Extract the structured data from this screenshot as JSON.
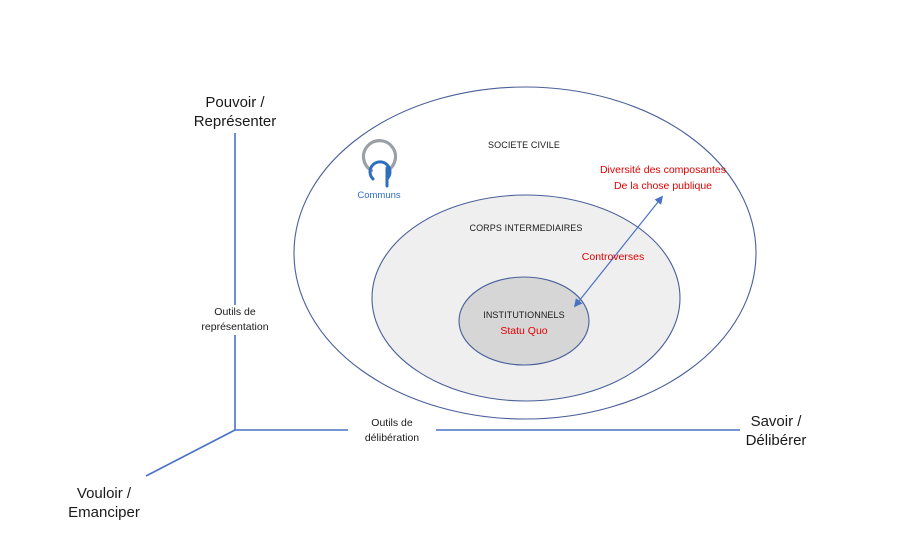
{
  "axes": {
    "vertical_title_line1": "Pouvoir /",
    "vertical_title_line2": "Représenter",
    "vertical_tool_line1": "Outils de",
    "vertical_tool_line2": "représentation",
    "horizontal_title_line1": "Savoir /",
    "horizontal_title_line2": "Délibérer",
    "horizontal_tool_line1": "Outils de",
    "horizontal_tool_line2": "délibération",
    "diagonal_title_line1": "Vouloir /",
    "diagonal_title_line2": "Emanciper"
  },
  "zones": {
    "outer": "SOCIETE CIVILE",
    "middle": "CORPS INTERMEDIAIRES",
    "inner": "INSTITUTIONNELS"
  },
  "annotations": {
    "inner_status": "Statu Quo",
    "controversy": "Controverses",
    "diversity_line1": "Diversité des composantes",
    "diversity_line2": "De la chose publique"
  },
  "logo": {
    "text": "Communs"
  },
  "colors": {
    "line_blue": "#4a72c4",
    "ellipse_stroke": "#4a5f9a",
    "middle_fill": "#efefef",
    "inner_fill": "#d6d6d6",
    "accent_red": "#e10000",
    "logo_blue": "#2f6fc0",
    "logo_grey": "#9aa0a6"
  }
}
